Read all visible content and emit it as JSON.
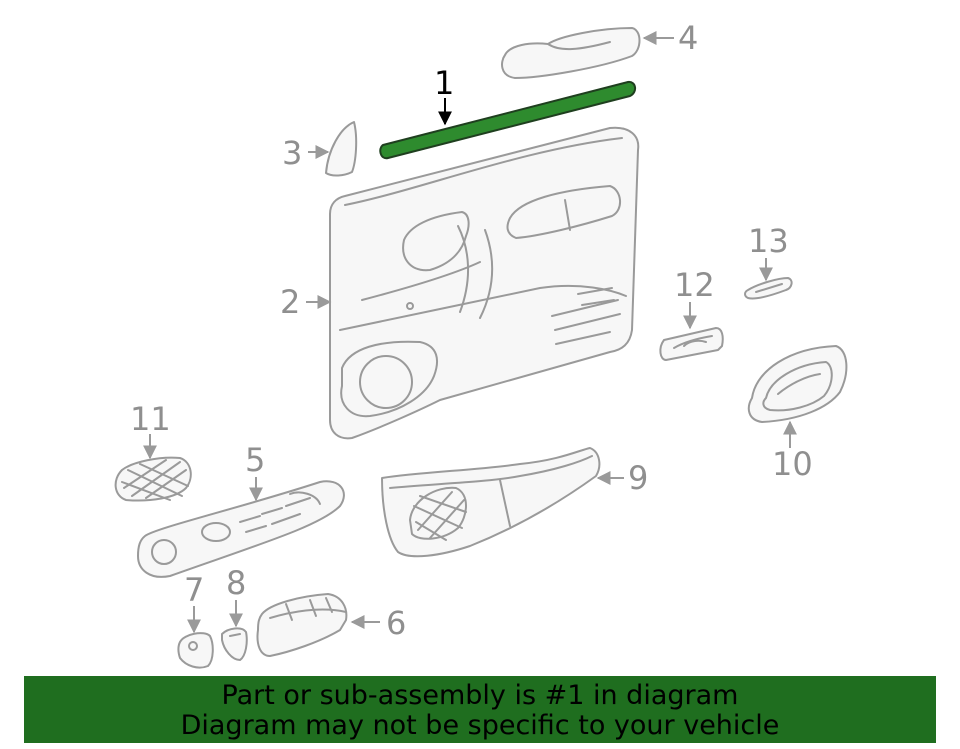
{
  "callouts": {
    "n1": "1",
    "n2": "2",
    "n3": "3",
    "n4": "4",
    "n5": "5",
    "n6": "6",
    "n7": "7",
    "n8": "8",
    "n9": "9",
    "n10": "10",
    "n11": "11",
    "n12": "12",
    "n13": "13"
  },
  "banner": {
    "line1": "Part or sub-assembly is #1 in diagram",
    "line2": "Diagram may not be specific to your vehicle"
  },
  "colors": {
    "highlight": "#2e8b2e",
    "banner": "#1f6e1f"
  }
}
